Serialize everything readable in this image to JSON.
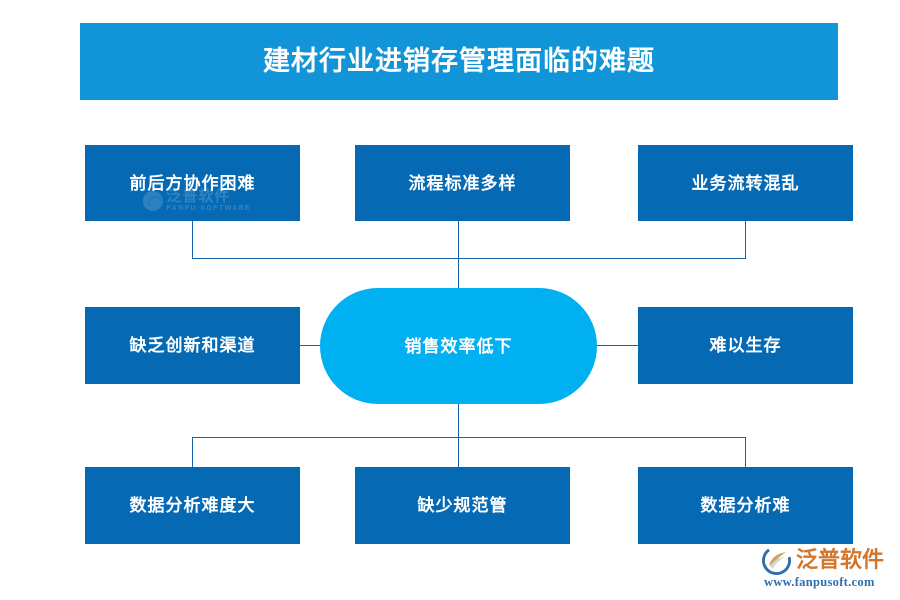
{
  "title": {
    "text": "建材行业进销存管理面临的难题"
  },
  "colors": {
    "banner_blue": "#1295d8",
    "box_blue": "#0569b4",
    "center_cyan": "#00b0f0",
    "connector_blue": "#1565a8",
    "background": "#ffffff",
    "logo_orange": "#d4762a",
    "logo_url_blue": "#2f6fae"
  },
  "center_node": {
    "label": "销售效率低下",
    "shape": "rounded-pill"
  },
  "top_row": [
    {
      "label": "前后方协作困难"
    },
    {
      "label": "流程标准多样"
    },
    {
      "label": "业务流转混乱"
    }
  ],
  "middle_row": [
    {
      "label": "缺乏创新和渠道"
    },
    {
      "label": "难以生存"
    }
  ],
  "bottom_row": [
    {
      "label": "数据分析难度大"
    },
    {
      "label": "缺少规范管"
    },
    {
      "label": "数据分析难"
    }
  ],
  "watermark": {
    "cn": "泛普软件",
    "en": "FANPU SOFTWARE"
  },
  "brand": {
    "name": "泛普软件",
    "url": "www.fanpusoft.com"
  }
}
